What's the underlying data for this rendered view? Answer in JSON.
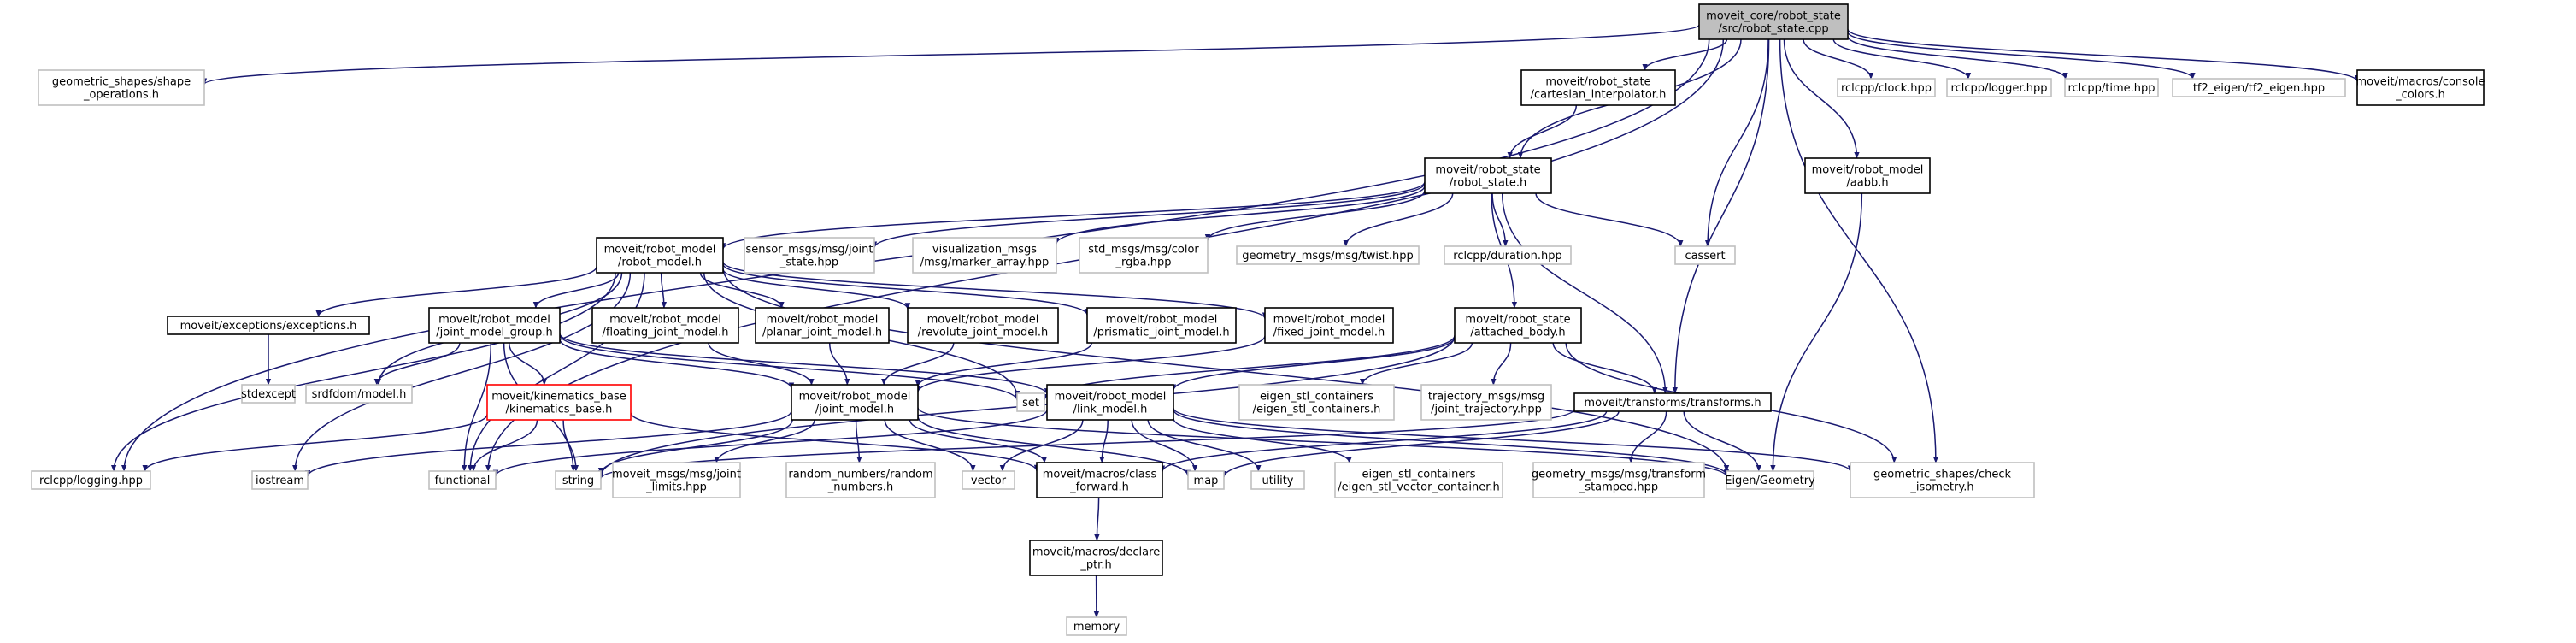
{
  "colors": {
    "edge": "#191970",
    "root_fill": "#bfbfbf",
    "root_border": "#000000",
    "documented_border": "#000000",
    "external_border": "#bfbfbf",
    "external_text": "#7f7f7f",
    "highlight_border": "#ff0000"
  },
  "nodes": [
    {
      "id": "root",
      "lines": [
        "moveit_core/robot_state",
        "/src/robot_state.cpp"
      ],
      "style": "root"
    },
    {
      "id": "geom_shape_ops",
      "lines": [
        "geometric_shapes/shape",
        "_operations.h"
      ],
      "style": "external"
    },
    {
      "id": "cart_interp",
      "lines": [
        "moveit/robot_state",
        "/cartesian_interpolator.h"
      ],
      "style": "documented"
    },
    {
      "id": "rclcpp_clock",
      "lines": [
        "rclcpp/clock.hpp"
      ],
      "style": "external"
    },
    {
      "id": "rclcpp_logger",
      "lines": [
        "rclcpp/logger.hpp"
      ],
      "style": "external"
    },
    {
      "id": "rclcpp_time",
      "lines": [
        "rclcpp/time.hpp"
      ],
      "style": "external"
    },
    {
      "id": "tf2_eigen",
      "lines": [
        "tf2_eigen/tf2_eigen.hpp"
      ],
      "style": "external"
    },
    {
      "id": "console_colors",
      "lines": [
        "moveit/macros/console",
        "_colors.h"
      ],
      "style": "documented"
    },
    {
      "id": "robot_state_h",
      "lines": [
        "moveit/robot_state",
        "/robot_state.h"
      ],
      "style": "documented"
    },
    {
      "id": "aabb",
      "lines": [
        "moveit/robot_model",
        "/aabb.h"
      ],
      "style": "documented"
    },
    {
      "id": "robot_model_h",
      "lines": [
        "moveit/robot_model",
        "/robot_model.h"
      ],
      "style": "documented"
    },
    {
      "id": "sensor_joint",
      "lines": [
        "sensor_msgs/msg/joint",
        "_state.hpp"
      ],
      "style": "external"
    },
    {
      "id": "vis_marker",
      "lines": [
        "visualization_msgs",
        "/msg/marker_array.hpp"
      ],
      "style": "external"
    },
    {
      "id": "std_color",
      "lines": [
        "std_msgs/msg/color",
        "_rgba.hpp"
      ],
      "style": "external"
    },
    {
      "id": "geom_twist",
      "lines": [
        "geometry_msgs/msg/twist.hpp"
      ],
      "style": "external"
    },
    {
      "id": "rclcpp_duration",
      "lines": [
        "rclcpp/duration.hpp"
      ],
      "style": "external"
    },
    {
      "id": "cassert",
      "lines": [
        "cassert"
      ],
      "style": "external"
    },
    {
      "id": "exceptions",
      "lines": [
        "moveit/exceptions/exceptions.h"
      ],
      "style": "documented"
    },
    {
      "id": "jmg",
      "lines": [
        "moveit/robot_model",
        "/joint_model_group.h"
      ],
      "style": "documented"
    },
    {
      "id": "floating",
      "lines": [
        "moveit/robot_model",
        "/floating_joint_model.h"
      ],
      "style": "documented"
    },
    {
      "id": "planar",
      "lines": [
        "moveit/robot_model",
        "/planar_joint_model.h"
      ],
      "style": "documented"
    },
    {
      "id": "revolute",
      "lines": [
        "moveit/robot_model",
        "/revolute_joint_model.h"
      ],
      "style": "documented"
    },
    {
      "id": "prismatic",
      "lines": [
        "moveit/robot_model",
        "/prismatic_joint_model.h"
      ],
      "style": "documented"
    },
    {
      "id": "fixed",
      "lines": [
        "moveit/robot_model",
        "/fixed_joint_model.h"
      ],
      "style": "documented"
    },
    {
      "id": "attached",
      "lines": [
        "moveit/robot_state",
        "/attached_body.h"
      ],
      "style": "documented"
    },
    {
      "id": "stdexcept",
      "lines": [
        "stdexcept"
      ],
      "style": "external"
    },
    {
      "id": "srdfdom",
      "lines": [
        "srdfdom/model.h"
      ],
      "style": "external"
    },
    {
      "id": "kin_base",
      "lines": [
        "moveit/kinematics_base",
        "/kinematics_base.h"
      ],
      "style": "highlight"
    },
    {
      "id": "joint_model",
      "lines": [
        "moveit/robot_model",
        "/joint_model.h"
      ],
      "style": "documented"
    },
    {
      "id": "set",
      "lines": [
        "set"
      ],
      "style": "external"
    },
    {
      "id": "link_model",
      "lines": [
        "moveit/robot_model",
        "/link_model.h"
      ],
      "style": "documented"
    },
    {
      "id": "eigen_stl",
      "lines": [
        "eigen_stl_containers",
        "/eigen_stl_containers.h"
      ],
      "style": "external"
    },
    {
      "id": "traj_msgs",
      "lines": [
        "trajectory_msgs/msg",
        "/joint_trajectory.hpp"
      ],
      "style": "external"
    },
    {
      "id": "transforms",
      "lines": [
        "moveit/transforms/transforms.h"
      ],
      "style": "documented"
    },
    {
      "id": "rclcpp_logging",
      "lines": [
        "rclcpp/logging.hpp"
      ],
      "style": "external"
    },
    {
      "id": "iostream",
      "lines": [
        "iostream"
      ],
      "style": "external"
    },
    {
      "id": "functional",
      "lines": [
        "functional"
      ],
      "style": "external"
    },
    {
      "id": "string",
      "lines": [
        "string"
      ],
      "style": "external"
    },
    {
      "id": "joint_limits",
      "lines": [
        "moveit_msgs/msg/joint",
        "_limits.hpp"
      ],
      "style": "external"
    },
    {
      "id": "random_numbers",
      "lines": [
        "random_numbers/random",
        "_numbers.h"
      ],
      "style": "external"
    },
    {
      "id": "vector",
      "lines": [
        "vector"
      ],
      "style": "external"
    },
    {
      "id": "class_forward",
      "lines": [
        "moveit/macros/class",
        "_forward.h"
      ],
      "style": "documented"
    },
    {
      "id": "map",
      "lines": [
        "map"
      ],
      "style": "external"
    },
    {
      "id": "utility",
      "lines": [
        "utility"
      ],
      "style": "external"
    },
    {
      "id": "eigen_vec",
      "lines": [
        "eigen_stl_containers",
        "/eigen_stl_vector_container.h"
      ],
      "style": "external"
    },
    {
      "id": "geom_transform",
      "lines": [
        "geometry_msgs/msg/transform",
        "_stamped.hpp"
      ],
      "style": "external"
    },
    {
      "id": "eigen_geometry",
      "lines": [
        "Eigen/Geometry"
      ],
      "style": "external"
    },
    {
      "id": "check_isometry",
      "lines": [
        "geometric_shapes/check",
        "_isometry.h"
      ],
      "style": "external"
    },
    {
      "id": "declare_ptr",
      "lines": [
        "moveit/macros/declare",
        "_ptr.h"
      ],
      "style": "documented"
    },
    {
      "id": "memory",
      "lines": [
        "memory"
      ],
      "style": "external"
    }
  ],
  "edges": [
    [
      "root",
      "geom_shape_ops"
    ],
    [
      "root",
      "cart_interp"
    ],
    [
      "root",
      "rclcpp_clock"
    ],
    [
      "root",
      "rclcpp_logger"
    ],
    [
      "root",
      "rclcpp_time"
    ],
    [
      "root",
      "tf2_eigen"
    ],
    [
      "root",
      "console_colors"
    ],
    [
      "root",
      "robot_state_h"
    ],
    [
      "root",
      "aabb"
    ],
    [
      "root",
      "cassert"
    ],
    [
      "root",
      "transforms"
    ],
    [
      "root",
      "rclcpp_logging"
    ],
    [
      "root",
      "functional"
    ],
    [
      "root",
      "check_isometry"
    ],
    [
      "cart_interp",
      "robot_state_h"
    ],
    [
      "robot_state_h",
      "robot_model_h"
    ],
    [
      "robot_state_h",
      "sensor_joint"
    ],
    [
      "robot_state_h",
      "vis_marker"
    ],
    [
      "robot_state_h",
      "std_color"
    ],
    [
      "robot_state_h",
      "geom_twist"
    ],
    [
      "robot_state_h",
      "rclcpp_duration"
    ],
    [
      "robot_state_h",
      "cassert"
    ],
    [
      "robot_state_h",
      "attached"
    ],
    [
      "robot_state_h",
      "transforms"
    ],
    [
      "aabb",
      "eigen_geometry"
    ],
    [
      "robot_model_h",
      "exceptions"
    ],
    [
      "robot_model_h",
      "jmg"
    ],
    [
      "robot_model_h",
      "floating"
    ],
    [
      "robot_model_h",
      "planar"
    ],
    [
      "robot_model_h",
      "revolute"
    ],
    [
      "robot_model_h",
      "prismatic"
    ],
    [
      "robot_model_h",
      "fixed"
    ],
    [
      "robot_model_h",
      "srdfdom"
    ],
    [
      "robot_model_h",
      "rclcpp_logging"
    ],
    [
      "robot_model_h",
      "iostream"
    ],
    [
      "robot_model_h",
      "eigen_geometry"
    ],
    [
      "robot_model_h",
      "set"
    ],
    [
      "robot_model_h",
      "functional"
    ],
    [
      "exceptions",
      "stdexcept"
    ],
    [
      "jmg",
      "joint_model"
    ],
    [
      "jmg",
      "kin_base"
    ],
    [
      "jmg",
      "srdfdom"
    ],
    [
      "jmg",
      "set"
    ],
    [
      "jmg",
      "functional"
    ],
    [
      "jmg",
      "string"
    ],
    [
      "jmg",
      "link_model"
    ],
    [
      "floating",
      "joint_model"
    ],
    [
      "planar",
      "joint_model"
    ],
    [
      "revolute",
      "joint_model"
    ],
    [
      "prismatic",
      "joint_model"
    ],
    [
      "fixed",
      "joint_model"
    ],
    [
      "kin_base",
      "rclcpp_logging"
    ],
    [
      "kin_base",
      "functional"
    ],
    [
      "kin_base",
      "string"
    ],
    [
      "kin_base",
      "class_forward"
    ],
    [
      "attached",
      "link_model"
    ],
    [
      "attached",
      "set"
    ],
    [
      "attached",
      "eigen_stl"
    ],
    [
      "attached",
      "traj_msgs"
    ],
    [
      "attached",
      "transforms"
    ],
    [
      "attached",
      "check_isometry"
    ],
    [
      "attached",
      "string"
    ],
    [
      "joint_model",
      "class_forward"
    ],
    [
      "joint_model",
      "string"
    ],
    [
      "joint_model",
      "vector"
    ],
    [
      "joint_model",
      "map"
    ],
    [
      "joint_model",
      "joint_limits"
    ],
    [
      "joint_model",
      "random_numbers"
    ],
    [
      "joint_model",
      "iostream"
    ],
    [
      "joint_model",
      "eigen_geometry"
    ],
    [
      "link_model",
      "class_forward"
    ],
    [
      "link_model",
      "eigen_vec"
    ],
    [
      "link_model",
      "vector"
    ],
    [
      "link_model",
      "map"
    ],
    [
      "link_model",
      "utility"
    ],
    [
      "link_model",
      "functional"
    ],
    [
      "link_model",
      "eigen_geometry"
    ],
    [
      "link_model",
      "check_isometry"
    ],
    [
      "transforms",
      "class_forward"
    ],
    [
      "transforms",
      "eigen_geometry"
    ],
    [
      "transforms",
      "geom_transform"
    ],
    [
      "transforms",
      "map"
    ],
    [
      "transforms",
      "string"
    ],
    [
      "class_forward",
      "declare_ptr"
    ],
    [
      "declare_ptr",
      "memory"
    ]
  ]
}
